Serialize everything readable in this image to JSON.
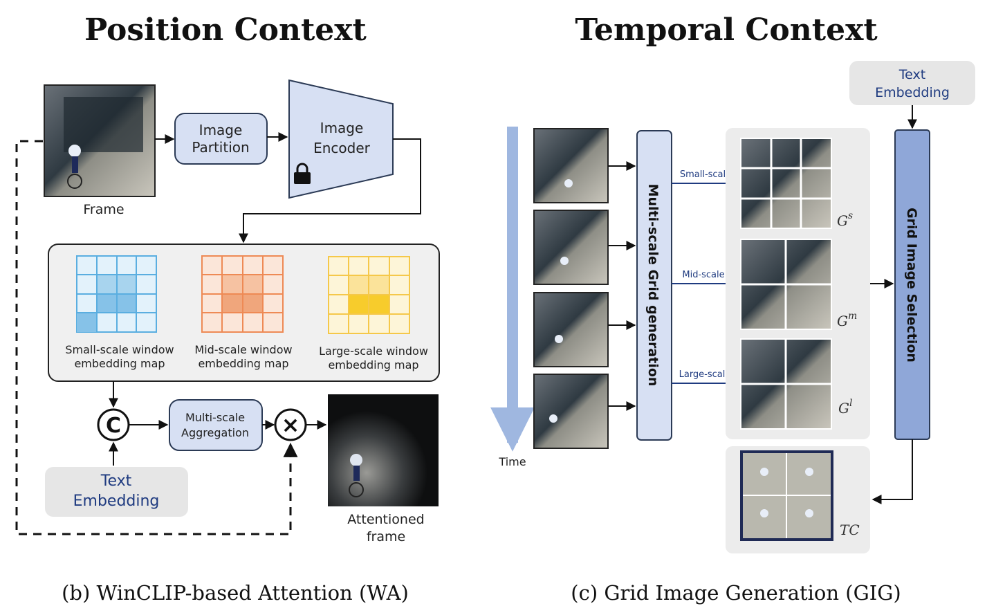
{
  "titles": {
    "left": "Position Context",
    "right": "Temporal Context"
  },
  "captions": {
    "left": "(b) WinCLIP-based Attention (WA)",
    "right": "(c) Grid Image Generation (GIG)"
  },
  "wa": {
    "frame_label": "Frame",
    "image_partition": [
      "Image",
      "Partition"
    ],
    "image_encoder": [
      "Image",
      "Encoder"
    ],
    "maps": [
      {
        "label": [
          "Small-scale window",
          "embedding map"
        ],
        "color": "#5aaee0"
      },
      {
        "label": [
          "Mid-scale window",
          "embedding map"
        ],
        "color": "#ee8a55"
      },
      {
        "label": [
          "Large-scale window",
          "embedding map"
        ],
        "color": "#f5c84a"
      }
    ],
    "concat_symbol": "C",
    "multiply_symbol": "×",
    "aggregation": [
      "Multi-scale",
      "Aggregation"
    ],
    "text_embedding": [
      "Text",
      "Embedding"
    ],
    "attentioned_frame": [
      "Attentioned",
      "frame"
    ]
  },
  "gig": {
    "time_label": "Time",
    "grid_generation": "Multi-scale Grid generation",
    "scales": [
      "Small-scale",
      "Mid-scale",
      "Large-scale"
    ],
    "grid_symbols": [
      "G",
      "G",
      "G"
    ],
    "grid_superscripts": [
      "s",
      "m",
      "l"
    ],
    "text_embedding": [
      "Text",
      "Embedding"
    ],
    "grid_selection": "Grid Image Selection",
    "tc_label": "TC"
  },
  "colors": {
    "box_fill": "#d7e0f3",
    "box_stroke": "#2b3a55",
    "text_embedding_fill": "#e6e6e6",
    "panel_fill": "#ececec",
    "time_arrow": "#9fb7e0",
    "scale_arrow": "#1f3b80"
  }
}
